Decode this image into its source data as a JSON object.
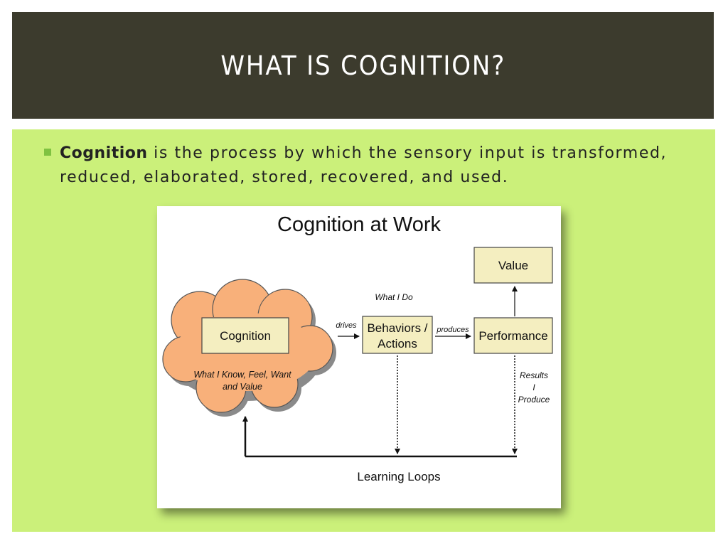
{
  "slide": {
    "title": "WHAT IS COGNITION?",
    "bullet": {
      "term": "Cognition",
      "text": " is the process by which the sensory input is transformed, reduced, elaborated, stored, recovered, and used."
    }
  },
  "figure": {
    "title": "Cognition at Work",
    "cognition_label": "Cognition",
    "cloud_caption_line1": "What I Know, Feel, Want",
    "cloud_caption_line2": "and Value",
    "drives_label": "drives",
    "what_i_do_label": "What I Do",
    "behaviors_line1": "Behaviors /",
    "behaviors_line2": "Actions",
    "produces_label": "produces",
    "performance_label": "Performance",
    "value_label": "Value",
    "results_line1": "Results",
    "results_line2": "I",
    "results_line3": "Produce",
    "learning_loops_label": "Learning Loops"
  },
  "colors": {
    "header_bg": "#3c3b2d",
    "content_bg": "#cbf07a",
    "bullet": "#7fc241",
    "cloud_fill": "#f8b07a",
    "box_fill": "#f4eec0"
  }
}
